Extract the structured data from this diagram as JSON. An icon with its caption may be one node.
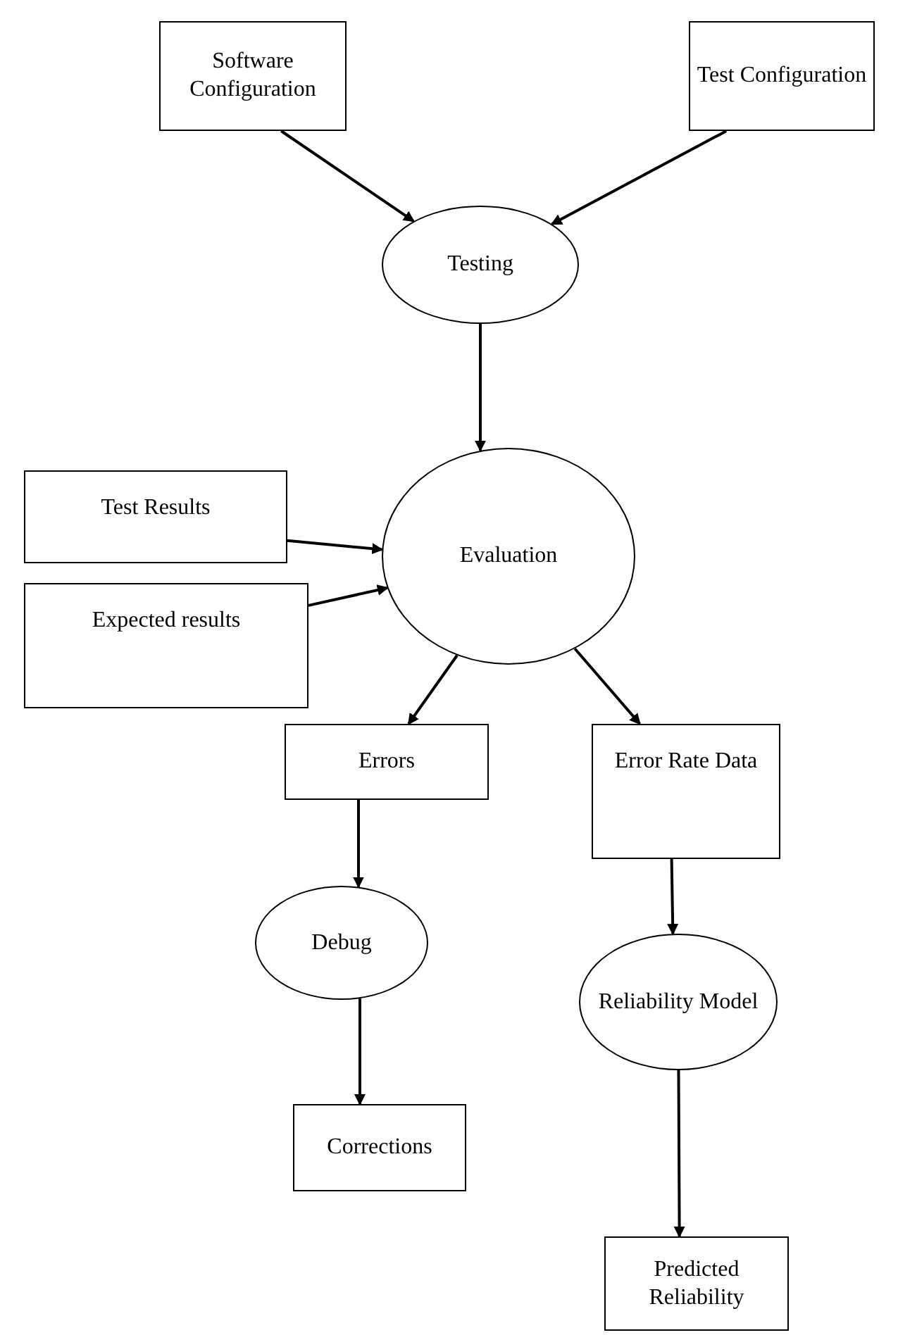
{
  "diagram": {
    "nodes": [
      {
        "text": [
          "Software Configuration"
        ]
      },
      {
        "text": [
          "Test Configuration"
        ]
      },
      {
        "text": [
          "Testing"
        ]
      },
      {
        "text": [
          "Test Results"
        ]
      },
      {
        "text": [
          "Evaluation"
        ]
      },
      {
        "text": [
          "Expected results"
        ]
      },
      {
        "text": [
          "Errors"
        ]
      },
      {
        "text": [
          "Error Rate Data"
        ]
      },
      {
        "text": [
          "Debug"
        ]
      },
      {
        "text": [
          "Reliability Model"
        ]
      },
      {
        "text": [
          "Corrections"
        ]
      },
      {
        "text": [
          "Predicted Reliability"
        ]
      }
    ],
    "edges": [
      {
        "from": 0,
        "to": 2,
        "arrow": "to"
      },
      {
        "from": 1,
        "to": 2,
        "arrow": "to"
      },
      {
        "from": 2,
        "to": 4,
        "arrow": "to"
      },
      {
        "from": 3,
        "to": 4,
        "arrow": "to"
      },
      {
        "from": 5,
        "to": 4,
        "arrow": "to"
      },
      {
        "from": 4,
        "to": 6,
        "arrow": "to"
      },
      {
        "from": 4,
        "to": 7,
        "arrow": "to"
      },
      {
        "from": 6,
        "to": 8,
        "arrow": "to"
      },
      {
        "from": 7,
        "to": 9,
        "arrow": "to"
      },
      {
        "from": 8,
        "to": 10,
        "arrow": "to"
      },
      {
        "from": 9,
        "to": 11,
        "arrow": "to"
      }
    ]
  }
}
